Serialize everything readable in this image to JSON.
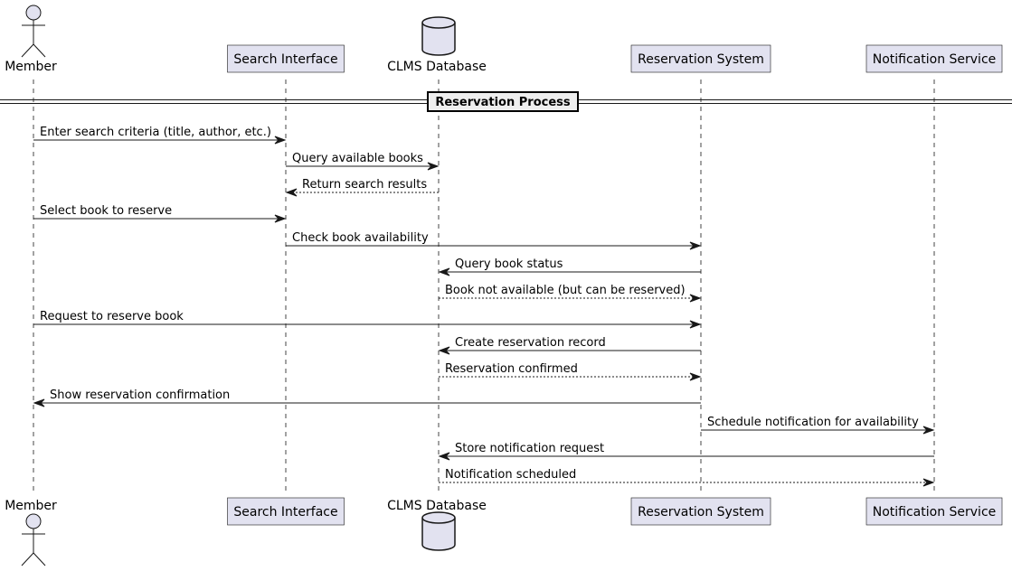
{
  "diagram": {
    "divider_label": "Reservation Process",
    "participants": [
      {
        "name": "Member",
        "kind": "actor"
      },
      {
        "name": "Search Interface",
        "kind": "participant"
      },
      {
        "name": "CLMS Database",
        "kind": "database"
      },
      {
        "name": "Reservation System",
        "kind": "participant"
      },
      {
        "name": "Notification Service",
        "kind": "participant"
      }
    ],
    "messages": [
      {
        "from": 0,
        "to": 1,
        "label": "Enter search criteria (title, author, etc.)",
        "style": "solid"
      },
      {
        "from": 1,
        "to": 2,
        "label": "Query available books",
        "style": "solid"
      },
      {
        "from": 2,
        "to": 1,
        "label": "Return search results",
        "style": "dashed"
      },
      {
        "from": 0,
        "to": 1,
        "label": "Select book to reserve",
        "style": "solid"
      },
      {
        "from": 1,
        "to": 3,
        "label": "Check book availability",
        "style": "solid"
      },
      {
        "from": 3,
        "to": 2,
        "label": "Query book status",
        "style": "solid"
      },
      {
        "from": 2,
        "to": 3,
        "label": "Book not available (but can be reserved)",
        "style": "dashed"
      },
      {
        "from": 0,
        "to": 3,
        "label": "Request to reserve book",
        "style": "solid"
      },
      {
        "from": 3,
        "to": 2,
        "label": "Create reservation record",
        "style": "solid"
      },
      {
        "from": 2,
        "to": 3,
        "label": "Reservation confirmed",
        "style": "dashed"
      },
      {
        "from": 3,
        "to": 0,
        "label": "Show reservation confirmation",
        "style": "solid"
      },
      {
        "from": 3,
        "to": 4,
        "label": "Schedule notification for availability",
        "style": "solid"
      },
      {
        "from": 4,
        "to": 2,
        "label": "Store notification request",
        "style": "solid"
      },
      {
        "from": 2,
        "to": 4,
        "label": "Notification scheduled",
        "style": "dashed"
      }
    ],
    "colors": {
      "participant_fill": "#E2E2F0",
      "stroke": "#181818"
    }
  }
}
